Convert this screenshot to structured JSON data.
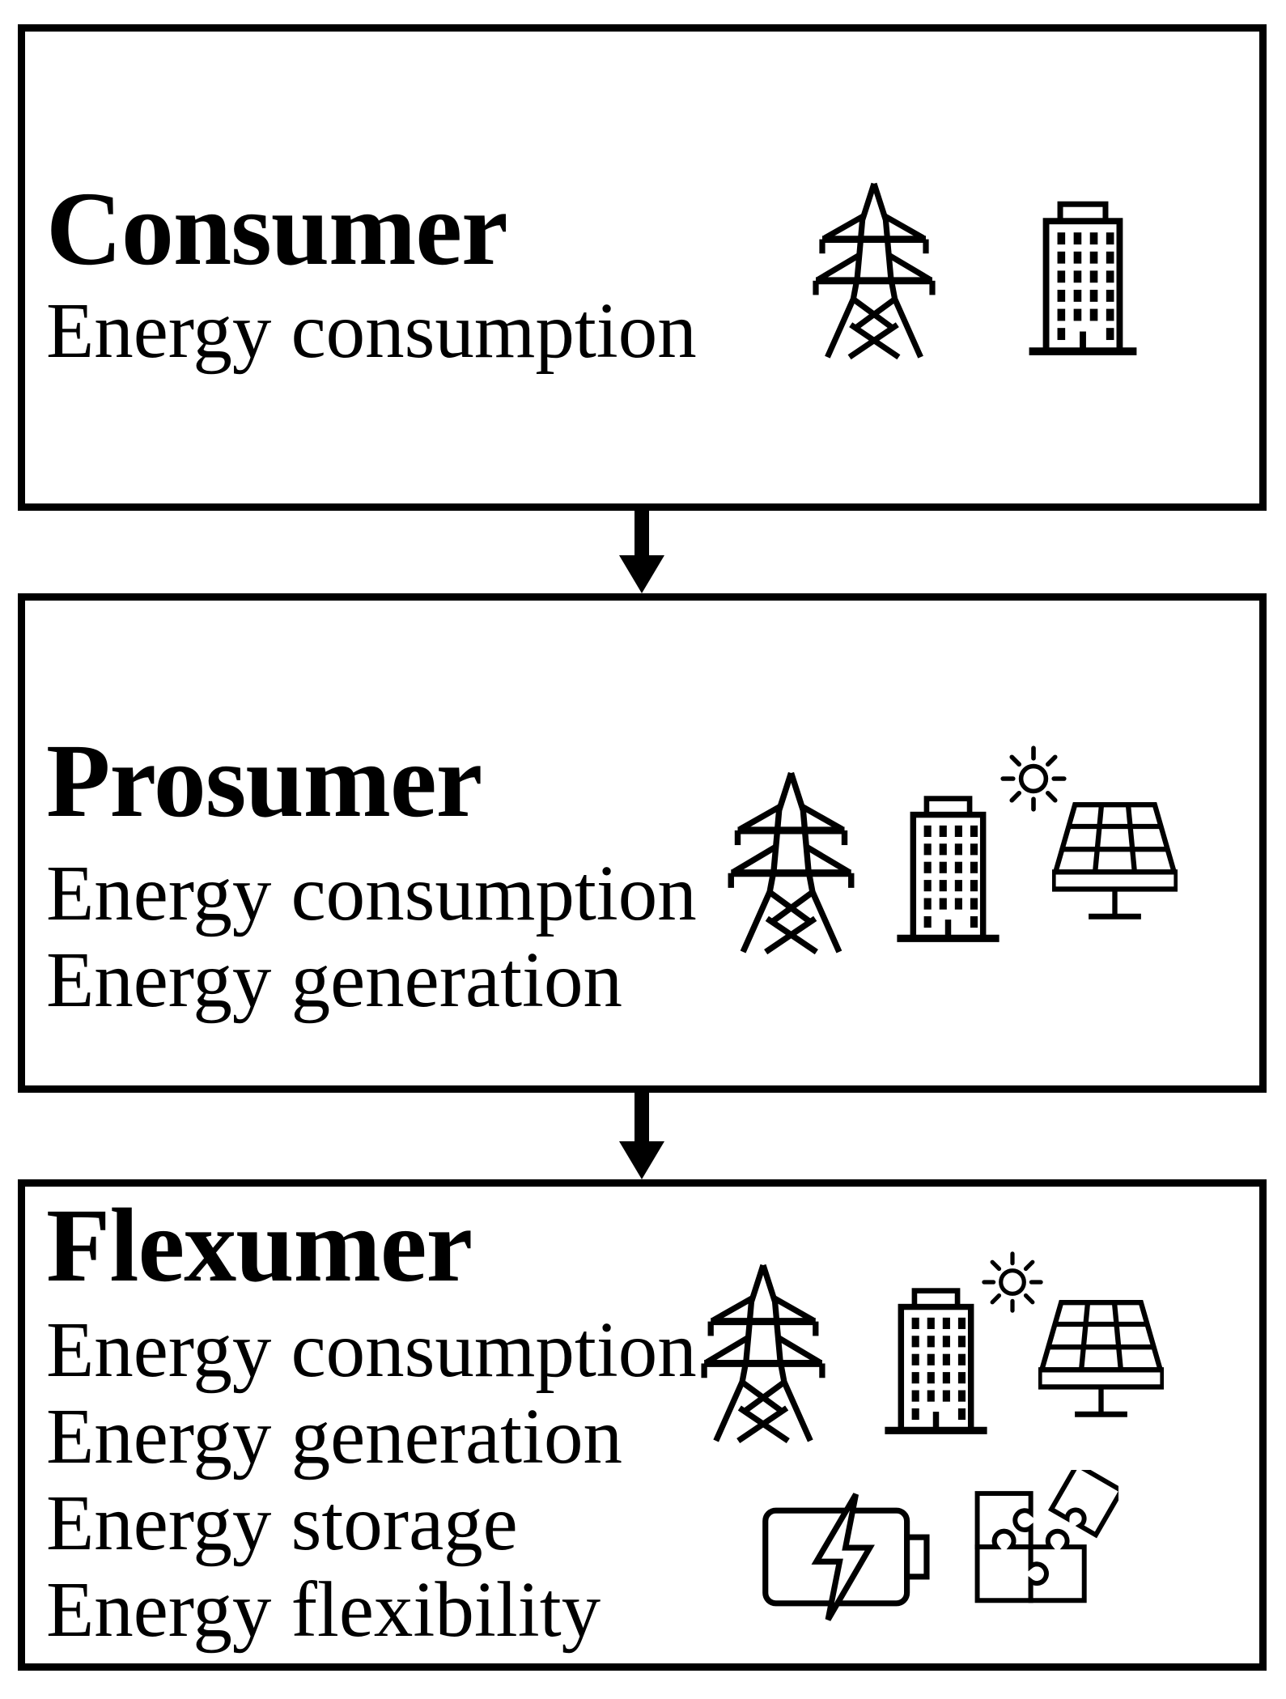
{
  "page": {
    "background_color": "#ffffff",
    "ink_color": "#000000"
  },
  "diagram": {
    "boxes": [
      {
        "title": "Consumer",
        "lines": [
          "Energy consumption"
        ],
        "icons": [
          "transmission-tower-icon",
          "building-icon"
        ]
      },
      {
        "title": "Prosumer",
        "lines": [
          "Energy consumption",
          "Energy generation"
        ],
        "icons": [
          "transmission-tower-icon",
          "building-icon",
          "sun-icon",
          "solar-panel-icon"
        ]
      },
      {
        "title": "Flexumer",
        "lines": [
          "Energy consumption",
          "Energy generation",
          "Energy storage",
          "Energy flexibility"
        ],
        "icons": [
          "transmission-tower-icon",
          "building-icon",
          "sun-icon",
          "solar-panel-icon",
          "battery-charging-icon",
          "puzzle-pieces-icon"
        ]
      }
    ],
    "arrows": [
      {
        "from": "Consumer",
        "to": "Prosumer",
        "direction": "down"
      },
      {
        "from": "Prosumer",
        "to": "Flexumer",
        "direction": "down"
      }
    ]
  }
}
